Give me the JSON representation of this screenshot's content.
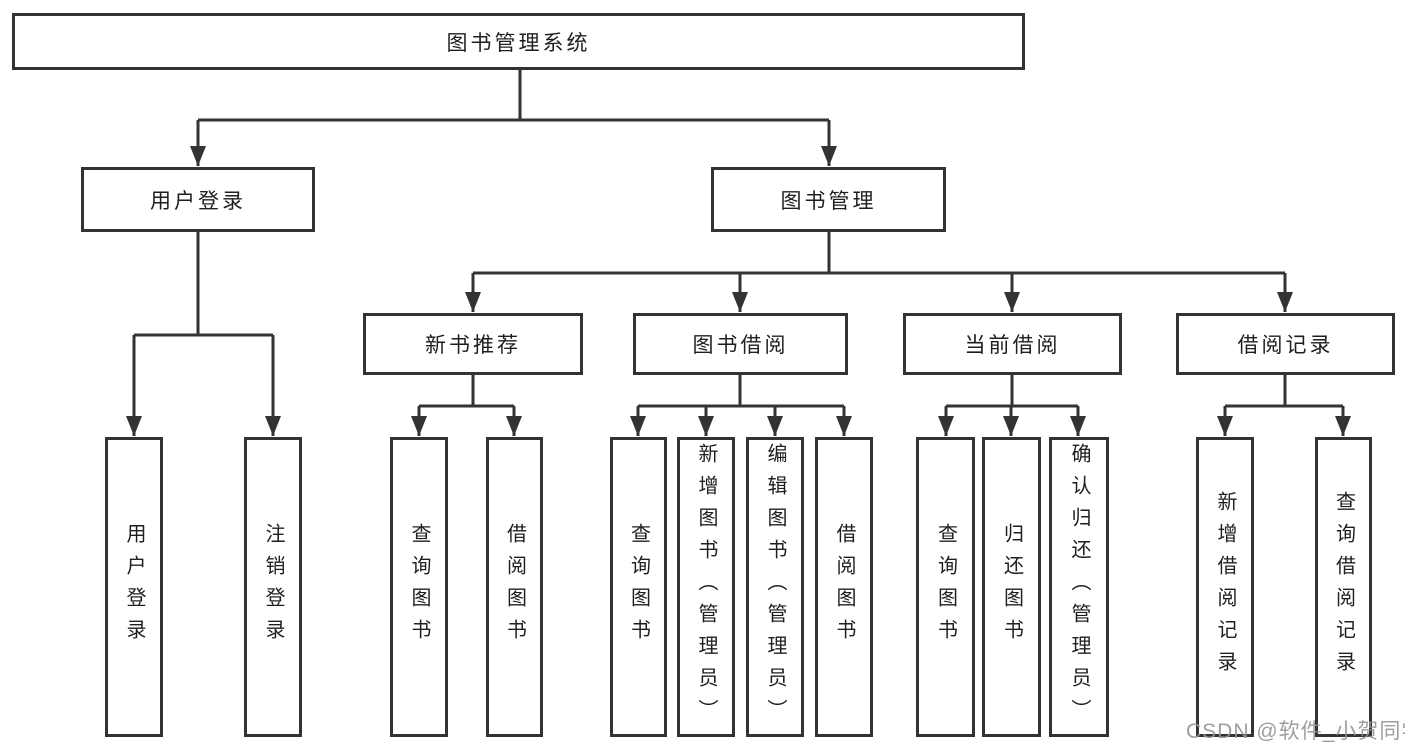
{
  "diagram": {
    "root": {
      "label": "图书管理系统"
    },
    "branches": [
      {
        "label": "用户登录",
        "children": [
          {
            "label": "用户登录"
          },
          {
            "label": "注销登录"
          }
        ]
      },
      {
        "label": "图书管理",
        "children": [
          {
            "label": "新书推荐",
            "children": [
              {
                "label": "查询图书"
              },
              {
                "label": "借阅图书"
              }
            ]
          },
          {
            "label": "图书借阅",
            "children": [
              {
                "label": "查询图书"
              },
              {
                "label": "新增图书（管理员）"
              },
              {
                "label": "编辑图书（管理员）"
              },
              {
                "label": "借阅图书"
              }
            ]
          },
          {
            "label": "当前借阅",
            "children": [
              {
                "label": "查询图书"
              },
              {
                "label": "归还图书"
              },
              {
                "label": "确认归还（管理员）"
              }
            ]
          },
          {
            "label": "借阅记录",
            "children": [
              {
                "label": "新增借阅记录"
              },
              {
                "label": "查询借阅记录"
              }
            ]
          }
        ]
      }
    ]
  },
  "watermark": {
    "label": "CSDN @软件_小贺同学"
  },
  "colors": {
    "line": "#333333",
    "box_border": "#333333",
    "box_fill": "#ffffff",
    "text": "#1f1f1f",
    "watermark": "#94949980"
  }
}
